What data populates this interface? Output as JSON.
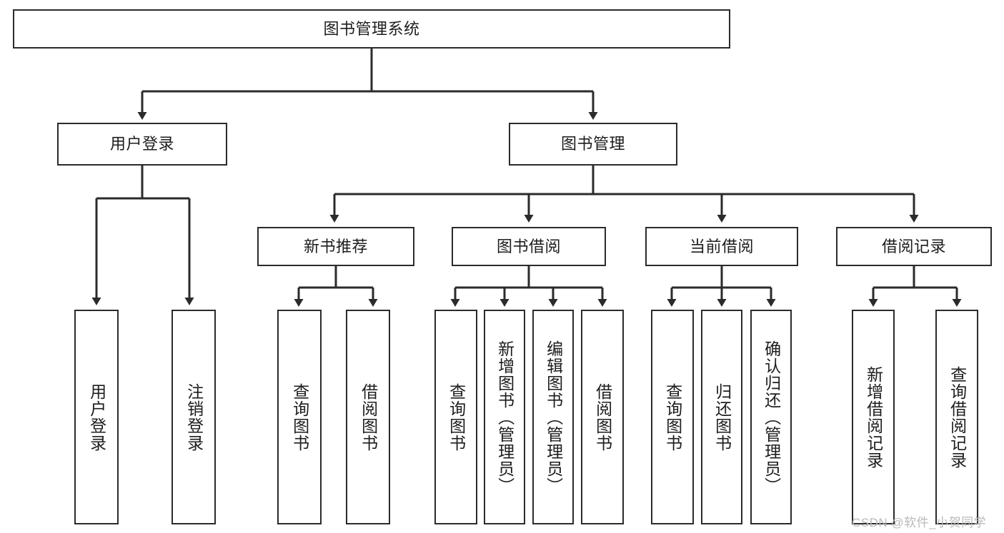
{
  "diagram": {
    "title": "图书管理系统",
    "type": "tree-hierarchy-chart",
    "colors": {
      "box_border": "#2b2b2b",
      "box_fill": "#ffffff",
      "line": "#2b2b2b",
      "text": "#1d1d1d",
      "watermark": "#b9b9b9",
      "background": "#ffffff"
    },
    "root": {
      "label": "图书管理系统"
    },
    "level2": [
      {
        "label": "用户登录"
      },
      {
        "label": "图书管理"
      }
    ],
    "level3": [
      {
        "label": "新书推荐"
      },
      {
        "label": "图书借阅"
      },
      {
        "label": "当前借阅"
      },
      {
        "label": "借阅记录"
      }
    ],
    "leaves_user_login": [
      {
        "label": "用户登录"
      },
      {
        "label": "注销登录"
      }
    ],
    "leaves_new_book": [
      {
        "label": "查询图书"
      },
      {
        "label": "借阅图书"
      }
    ],
    "leaves_borrow": [
      {
        "label": "查询图书"
      },
      {
        "label": "新增图书（管理员）"
      },
      {
        "label": "编辑图书（管理员）"
      },
      {
        "label": "借阅图书"
      }
    ],
    "leaves_current": [
      {
        "label": "查询图书"
      },
      {
        "label": "归还图书"
      },
      {
        "label": "确认归还（管理员）"
      }
    ],
    "leaves_record": [
      {
        "label": "新增借阅记录"
      },
      {
        "label": "查询借阅记录"
      }
    ]
  },
  "watermark": {
    "text": "CSDN @软件_小贺同学"
  }
}
